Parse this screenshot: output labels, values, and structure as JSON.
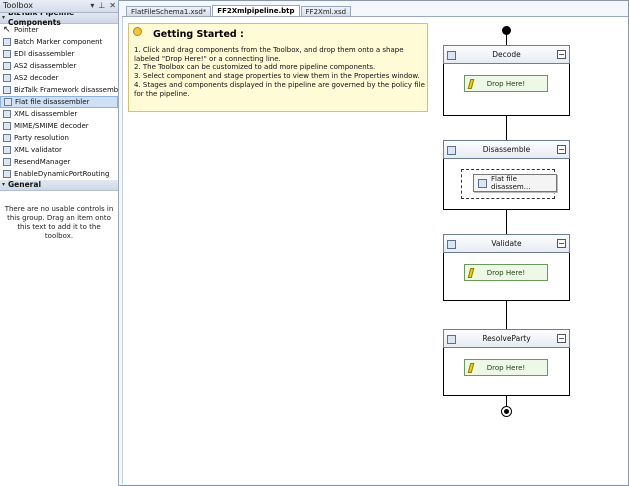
{
  "toolbox": {
    "title": "Toolbox",
    "pin": "▾",
    "auto_hide": "⊥",
    "close": "✕",
    "groups": [
      {
        "name": "BizTalk Pipeline Components",
        "items": [
          {
            "label": "Pointer",
            "icon": "pointer-icon"
          },
          {
            "label": "Batch Marker component",
            "icon": "component-icon"
          },
          {
            "label": "EDI disassembler",
            "icon": "component-icon"
          },
          {
            "label": "AS2 disassembler",
            "icon": "component-icon"
          },
          {
            "label": "AS2 decoder",
            "icon": "component-icon"
          },
          {
            "label": "BizTalk Framework disassemb...",
            "icon": "component-icon"
          },
          {
            "label": "Flat file disassembler",
            "icon": "component-icon",
            "selected": true
          },
          {
            "label": "XML disassembler",
            "icon": "component-icon"
          },
          {
            "label": "MIME/SMIME decoder",
            "icon": "component-icon"
          },
          {
            "label": "Party resolution",
            "icon": "component-icon"
          },
          {
            "label": "XML validator",
            "icon": "component-icon"
          },
          {
            "label": "ResendManager",
            "icon": "component-icon"
          },
          {
            "label": "EnableDynamicPortRouting",
            "icon": "component-icon"
          }
        ]
      },
      {
        "name": "General",
        "note": "There are no usable controls in this group. Drag an item onto this text to add it to the toolbox."
      }
    ]
  },
  "tabs": [
    {
      "label": "FlatFileSchema1.xsd*",
      "active": false
    },
    {
      "label": "FF2Xmlpipeline.btp",
      "active": true
    },
    {
      "label": "FF2Xml.xsd",
      "active": false
    }
  ],
  "getting_started": {
    "title": "Getting Started :",
    "lines": [
      "1. Click and drag components from the Toolbox, and drop them onto a shape labeled \"Drop Here!\" or a connecting line.",
      "2. The Toolbox can be customized to add more pipeline components.",
      "3. Select component and stage properties to view them in the Properties window.",
      "4. Stages and components displayed in the pipeline are governed by the policy file for the pipeline."
    ]
  },
  "pipeline": {
    "stages": [
      {
        "name": "Decode",
        "collapse": "−",
        "drop_label": "Drop Here!"
      },
      {
        "name": "Disassemble",
        "collapse": "−",
        "component": "Flat file disassem..."
      },
      {
        "name": "Validate",
        "collapse": "−",
        "drop_label": "Drop Here!"
      },
      {
        "name": "ResolveParty",
        "collapse": "−",
        "drop_label": "Drop Here!"
      }
    ]
  }
}
